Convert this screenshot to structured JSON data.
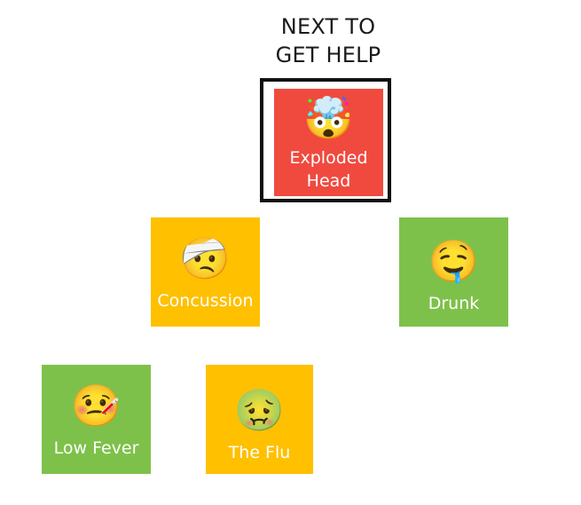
{
  "heading": {
    "line1": "NEXT TO",
    "line2": "GET HELP"
  },
  "tiles": [
    {
      "id": "exploded-head",
      "label": "Exploded Head",
      "icon": "exploding-head-icon",
      "glyph": "🤯",
      "color": "#f04a3f"
    },
    {
      "id": "concussion",
      "label": "Concussion",
      "icon": "bandaged-head-icon",
      "glyph": "🤕",
      "color": "#ffc000"
    },
    {
      "id": "drunk",
      "label": "Drunk",
      "icon": "drooling-face-icon",
      "glyph": "🤤",
      "color": "#7ec14a"
    },
    {
      "id": "low-fever",
      "label": "Low Fever",
      "icon": "thermometer-face-icon",
      "glyph": "🤒",
      "color": "#7ec14a"
    },
    {
      "id": "the-flu",
      "label": "The Flu",
      "icon": "nauseated-face-icon",
      "glyph": "🤢",
      "color": "#ffc000"
    }
  ]
}
